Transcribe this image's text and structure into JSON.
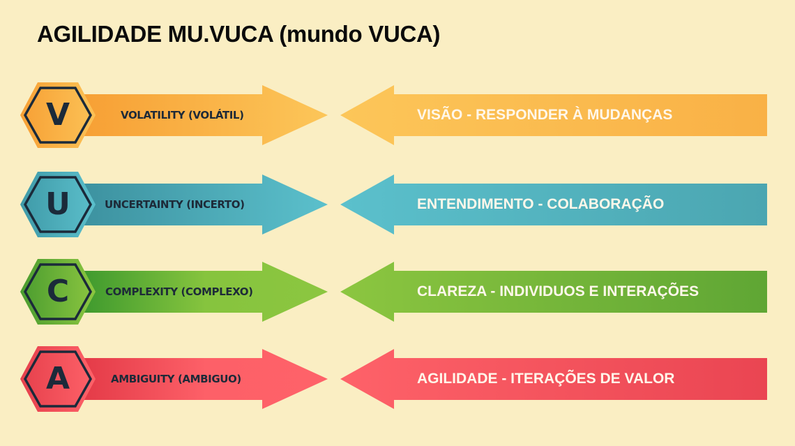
{
  "title": "AGILIDADE MU.VUCA (mundo VUCA)",
  "rows": [
    {
      "letter": "V",
      "icon": "hexagon-letter-v-icon",
      "left_label": "VOLATILITY (VOLÁTIL)",
      "right_label": "VISÃO - RESPONDER À MUDANÇAS",
      "colors": {
        "dark": "#f7a237",
        "light": "#fcc659",
        "mid": "#f9b449",
        "text_dark": "#1b2a3a"
      }
    },
    {
      "letter": "U",
      "icon": "hexagon-letter-u-icon",
      "left_label": "UNCERTAINTY (INCERTO)",
      "right_label": "ENTENDIMENTO - COLABORAÇÃO",
      "colors": {
        "dark": "#3f99a8",
        "light": "#5bc0cc",
        "mid": "#4eacb8",
        "text_dark": "#1b2a3a"
      }
    },
    {
      "letter": "C",
      "icon": "hexagon-letter-c-icon",
      "left_label": "COMPLEXITY (COMPLEXO)",
      "right_label": "CLAREZA - INDIVIDUOS E INTERAÇÕES",
      "colors": {
        "dark": "#4e9e30",
        "light": "#8cc640",
        "mid": "#6eb038",
        "text_dark": "#1b2a3a"
      }
    },
    {
      "letter": "A",
      "icon": "hexagon-letter-a-icon",
      "left_label": "AMBIGUITY (AMBIGUO)",
      "right_label": "AGILIDADE - ITERAÇÕES DE VALOR",
      "colors": {
        "dark": "#e9414d",
        "light": "#fe6269",
        "mid": "#f2505a",
        "text_dark": "#1b2a3a"
      }
    }
  ],
  "background": "#faeec3"
}
